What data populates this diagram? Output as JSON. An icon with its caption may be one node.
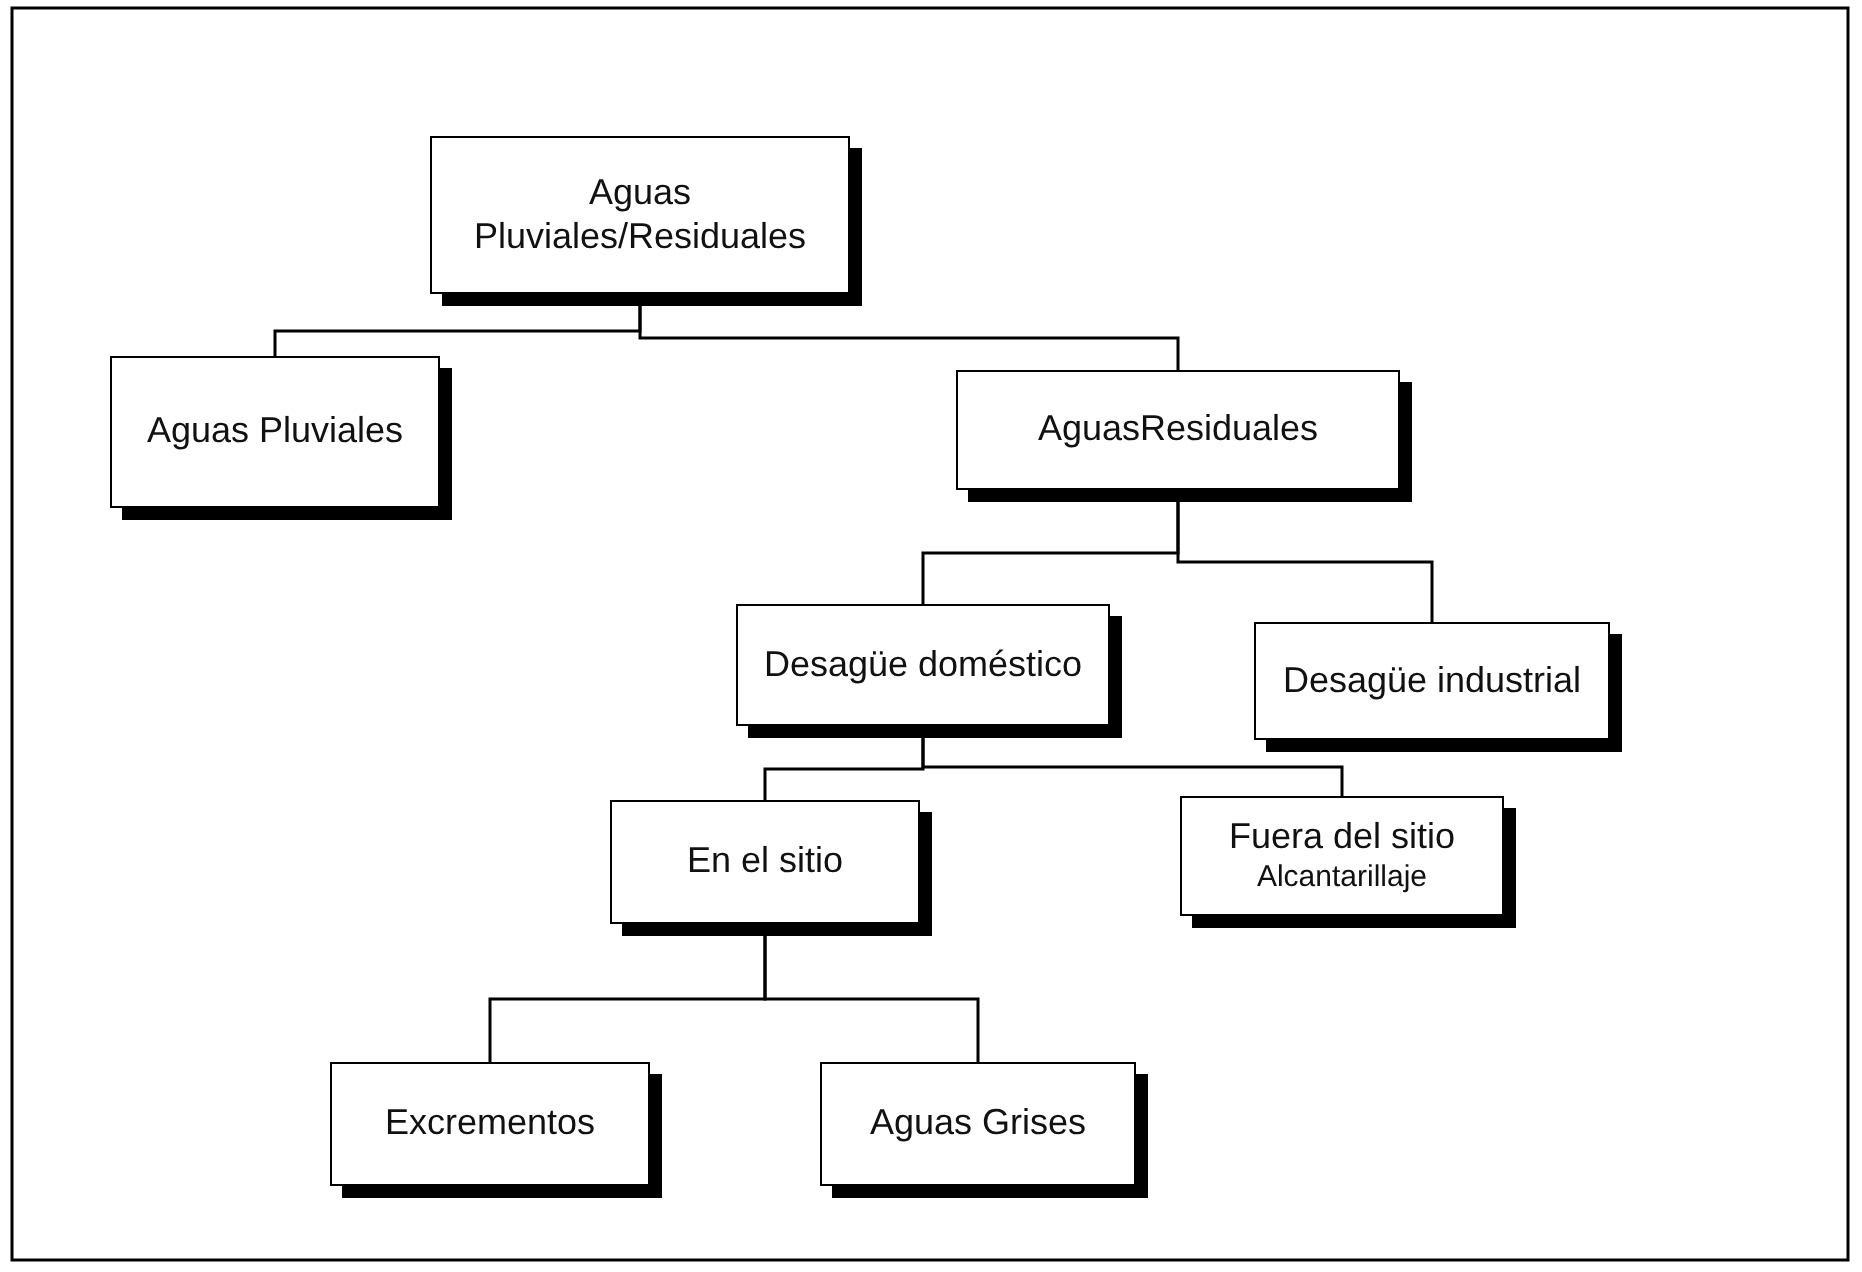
{
  "diagram": {
    "nodes": [
      {
        "text": [
          "Aguas Pluviales/Residuales"
        ]
      },
      {
        "text": [
          "Aguas Pluviales"
        ]
      },
      {
        "text": [
          "AguasResiduales"
        ]
      },
      {
        "text": [
          "Desagüe doméstico"
        ]
      },
      {
        "text": [
          "Desagüe industrial"
        ]
      },
      {
        "text": [
          "En el sitio"
        ]
      },
      {
        "text": [
          "Fuera del sitio",
          "Alcantarillaje"
        ]
      },
      {
        "text": [
          "Excrementos"
        ]
      },
      {
        "text": [
          "Aguas Grises"
        ]
      }
    ],
    "edges": [
      {
        "from": 0,
        "to": 1,
        "arrow": "none"
      },
      {
        "from": 0,
        "to": 2,
        "arrow": "none"
      },
      {
        "from": 2,
        "to": 3,
        "arrow": "none"
      },
      {
        "from": 2,
        "to": 4,
        "arrow": "none"
      },
      {
        "from": 3,
        "to": 5,
        "arrow": "none"
      },
      {
        "from": 3,
        "to": 6,
        "arrow": "none"
      },
      {
        "from": 5,
        "to": 7,
        "arrow": "none"
      },
      {
        "from": 5,
        "to": 8,
        "arrow": "none"
      }
    ]
  }
}
